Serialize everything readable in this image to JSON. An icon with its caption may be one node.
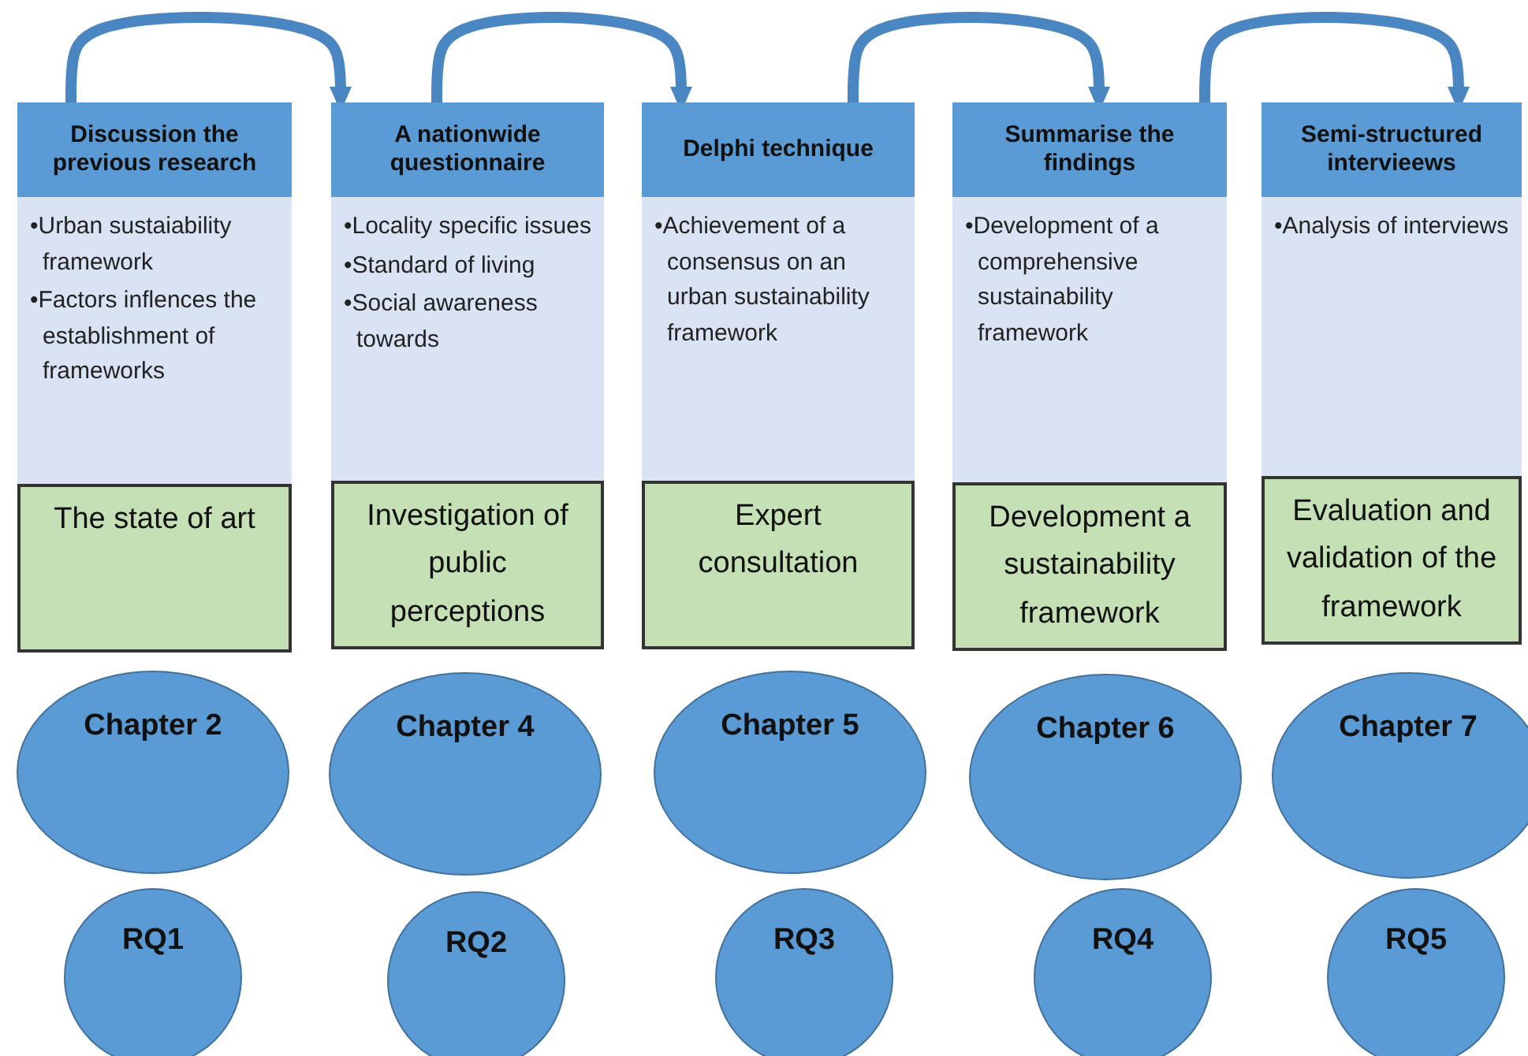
{
  "diagram": {
    "nodes": [
      {
        "text": [
          "Discussion the previous research",
          "•Urban sustaiability framework",
          "•Factors inflences the establishment of frameworks"
        ]
      },
      {
        "text": [
          "The state of art"
        ]
      },
      {
        "text": [
          "Chapter 2"
        ]
      },
      {
        "text": [
          "RQ1"
        ]
      },
      {
        "text": [
          "A nationwide questionnaire",
          "•Locality specific issues",
          "•Standard of living",
          "•Social awareness towards"
        ]
      },
      {
        "text": [
          "Investigation of public perceptions"
        ]
      },
      {
        "text": [
          "Chapter 4"
        ]
      },
      {
        "text": [
          "RQ2"
        ]
      },
      {
        "text": [
          "Delphi technique",
          "•Achievement of a consensus on an urban sustainability framework"
        ]
      },
      {
        "text": [
          "Expert consultation"
        ]
      },
      {
        "text": [
          "Chapter 5"
        ]
      },
      {
        "text": [
          "RQ3"
        ]
      },
      {
        "text": [
          "Summarise the findings",
          "•Development of a comprehensive sustainability framework"
        ]
      },
      {
        "text": [
          "Development a sustainability framework"
        ]
      },
      {
        "text": [
          "Chapter 6"
        ]
      },
      {
        "text": [
          "RQ4"
        ]
      },
      {
        "text": [
          "Semi-structured intervieews",
          "•Analysis of interviews"
        ]
      },
      {
        "text": [
          "Evaluation and validation of the framework"
        ]
      },
      {
        "text": [
          "Chapter 7"
        ]
      },
      {
        "text": [
          "RQ5"
        ]
      }
    ],
    "edges": [
      {
        "from": 0,
        "to": 4,
        "arrow": "to"
      },
      {
        "from": 4,
        "to": 8,
        "arrow": "to"
      },
      {
        "from": 8,
        "to": 12,
        "arrow": "to"
      },
      {
        "from": 12,
        "to": 16,
        "arrow": "to"
      }
    ]
  }
}
